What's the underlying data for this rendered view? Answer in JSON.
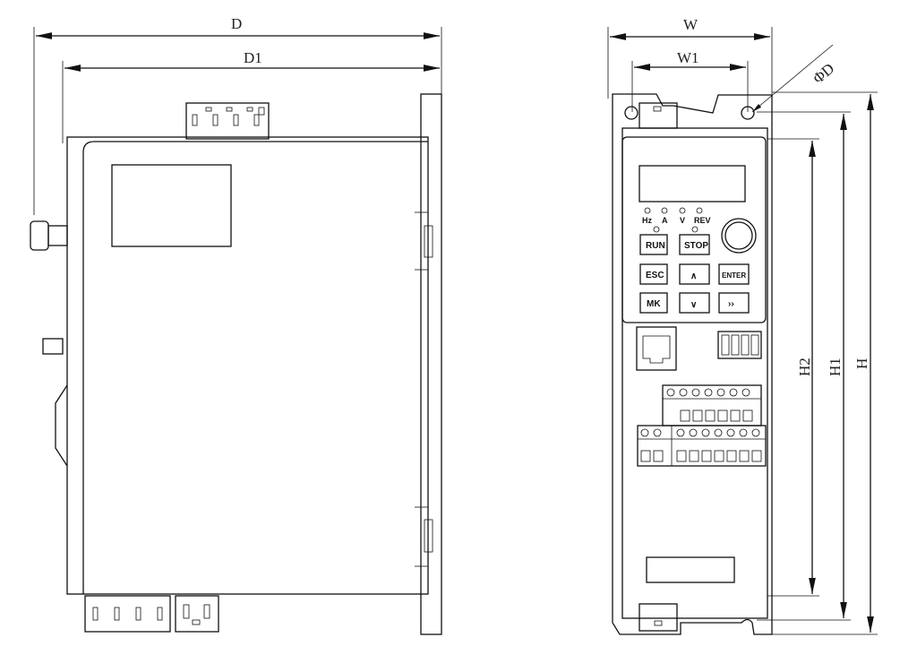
{
  "side_view": {
    "dimensions": {
      "depth": "D",
      "depth_1": "D1"
    }
  },
  "front_view": {
    "dimensions": {
      "width": "W",
      "width_1": "W1",
      "hole_diameter": "ΦD",
      "height_2": "H2",
      "height_1": "H1",
      "height": "H"
    },
    "keypad": {
      "indicators": [
        "Hz",
        "A",
        "V",
        "REV"
      ],
      "keys": {
        "run": "RUN",
        "stop": "STOP",
        "esc": "ESC",
        "up": "∧",
        "enter": "ENTER",
        "mk": "MK",
        "down": "∨",
        "shift": "››"
      }
    }
  },
  "colors": {
    "line": "#111111",
    "background": "#ffffff"
  }
}
